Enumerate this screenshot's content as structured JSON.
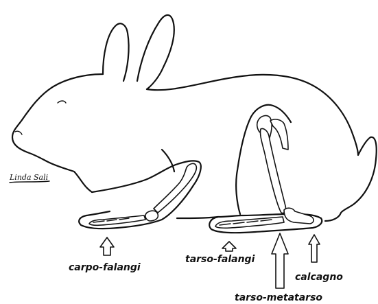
{
  "diagram": {
    "signature": "Linda Sali",
    "labels": {
      "carpo_falangi": "carpo-falangi",
      "tarso_falangi": "tarso-falangi",
      "calcagno": "calcagno",
      "tarso_metatarso": "tarso-metatarso"
    }
  }
}
